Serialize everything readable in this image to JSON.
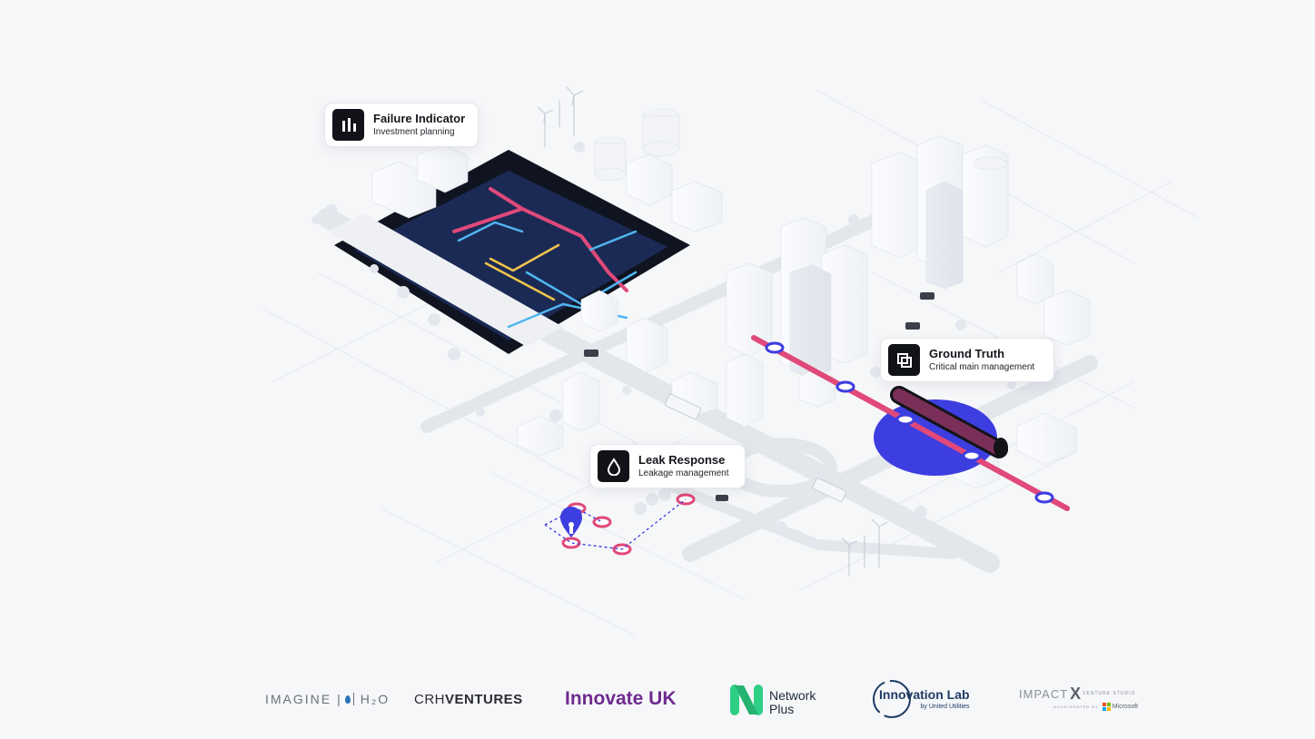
{
  "callouts": {
    "failure": {
      "title": "Failure Indicator",
      "subtitle": "Investment planning",
      "icon": "bar-chart-icon"
    },
    "ground": {
      "title": "Ground Truth",
      "subtitle": "Critical main management",
      "icon": "layers-icon"
    },
    "leak": {
      "title": "Leak Response",
      "subtitle": "Leakage management",
      "icon": "water-drop-icon"
    }
  },
  "logos": {
    "imagine": {
      "left": "IMAGINE",
      "sep": "|",
      "right": "H₂O"
    },
    "crh": {
      "part1": "CRH",
      "part2": "VENTURES"
    },
    "innovate": {
      "text": "Innovate UK"
    },
    "network": {
      "line1": "Network",
      "line2": "Plus"
    },
    "innovation_lab": {
      "title": "Innovation Lab",
      "sub": "by United Utilities"
    },
    "impact": {
      "word": "IMPACT",
      "mark": "X",
      "studio": "VENTURE STUDIO",
      "accel": "ACCELERATED BY",
      "ms": "Microsoft"
    }
  },
  "colors": {
    "pipe_pink": "#e0497a",
    "pipe_blue": "#4fb6f0",
    "pipe_yellow": "#f1c44c",
    "navy": "#1b2a55",
    "marker_blue": "#3d3ee0",
    "innovate_purple": "#6f2b8f",
    "network_green": "#2fcf86"
  }
}
